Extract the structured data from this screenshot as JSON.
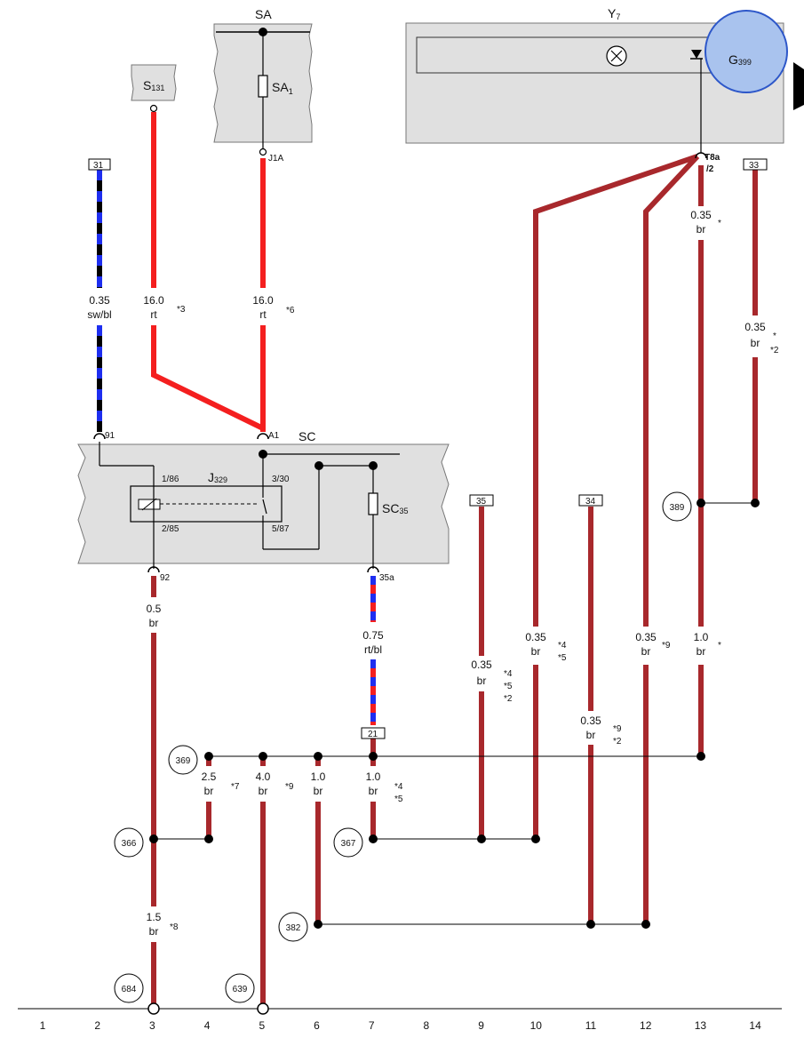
{
  "components": {
    "sa": {
      "name": "SA"
    },
    "sa1": {
      "name": "SA",
      "sub": "1"
    },
    "s131": {
      "name": "S",
      "sub": "131"
    },
    "y7": {
      "name": "Y",
      "sub": "7"
    },
    "g399": {
      "name": "G",
      "sub": "399"
    },
    "sc": {
      "name": "SC"
    },
    "j329": {
      "name": "J",
      "sub": "329"
    },
    "sc35": {
      "name": "SC",
      "sub": "35"
    }
  },
  "terminals": {
    "j1a": "J1A",
    "t8a": "T8a",
    "t8a_pin": "/2",
    "a1": "A1",
    "p91": "91",
    "p92": "92",
    "p35a": "35a",
    "r186": "1/86",
    "r285": "2/85",
    "r330": "3/30",
    "r587": "5/87"
  },
  "connector_boxes": {
    "c31": "31",
    "c33": "33",
    "c35": "35",
    "c34": "34",
    "c21": "21"
  },
  "wires": {
    "w_c2": {
      "size": "0.35",
      "color": "sw/bl"
    },
    "w_c3": {
      "size": "16.0",
      "color": "rt",
      "note": "*3"
    },
    "w_c5": {
      "size": "16.0",
      "color": "rt",
      "note": "*6"
    },
    "w_c13_top": {
      "size": "0.35",
      "color": "br",
      "note": "*"
    },
    "w_c14": {
      "size": "0.35",
      "color": "br",
      "note1": "*",
      "note2": "*2"
    },
    "w_c3_mid": {
      "size": "0.5",
      "color": "br"
    },
    "w_c7_mid": {
      "size": "0.75",
      "color": "rt/bl"
    },
    "w_c9": {
      "size": "0.35",
      "color": "br",
      "n1": "*4",
      "n2": "*5",
      "n3": "*2"
    },
    "w_c10": {
      "size": "0.35",
      "color": "br",
      "n1": "*4",
      "n2": "*5"
    },
    "w_c11": {
      "size": "0.35",
      "color": "br",
      "n1": "*9",
      "n2": "*2"
    },
    "w_c12": {
      "size": "0.35",
      "color": "br",
      "note": "*9"
    },
    "w_c13_low": {
      "size": "1.0",
      "color": "br",
      "note": "*"
    },
    "w_c4": {
      "size": "2.5",
      "color": "br",
      "note": "*7"
    },
    "w_c5_low": {
      "size": "4.0",
      "color": "br",
      "note": "*9"
    },
    "w_c6": {
      "size": "1.0",
      "color": "br"
    },
    "w_c7_low": {
      "size": "1.0",
      "color": "br",
      "n1": "*4",
      "n2": "*5"
    },
    "w_c3_low": {
      "size": "1.5",
      "color": "br",
      "note": "*8"
    }
  },
  "junctions": {
    "j369": "369",
    "j366": "366",
    "j367": "367",
    "j382": "382",
    "j389": "389",
    "j684": "684",
    "j639": "639"
  },
  "columns": [
    "1",
    "2",
    "3",
    "4",
    "5",
    "6",
    "7",
    "8",
    "9",
    "10",
    "11",
    "12",
    "13",
    "14"
  ],
  "colors": {
    "red": "#f41f1f",
    "brown": "#a8282c",
    "blue": "#1e2ef0",
    "black": "#000000",
    "module_fill": "#e0e0e0",
    "g399_fill": "#a9c3ee",
    "g399_stroke": "#2d57c9"
  }
}
